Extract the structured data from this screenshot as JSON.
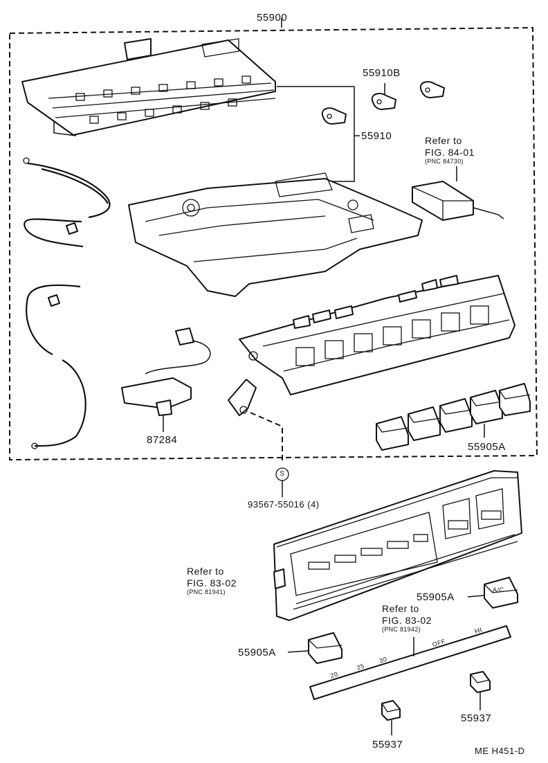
{
  "parts": {
    "assembly": "55900",
    "lamp_b": "55910B",
    "lamp": "55910",
    "sensor_harness": "87284",
    "knob_set_upper": "55905A",
    "screw": "93567-55016 (4)",
    "knob_ac": "55905A",
    "knob_left": "55905A",
    "knob_lower_left": "55937",
    "knob_lower_right": "55937"
  },
  "screw_symbol": "S",
  "refs": {
    "fig_84_01": {
      "refer": "Refer to",
      "fig": "FIG. 84-01",
      "pnc": "(PNC 84730)"
    },
    "fig_83_02_left": {
      "refer": "Refer to",
      "fig": "FIG. 83-02",
      "pnc": "(PNC 81941)"
    },
    "fig_83_02_right": {
      "refer": "Refer to",
      "fig": "FIG. 83-02",
      "pnc": "(PNC 81942)"
    }
  },
  "knob_text": {
    "ac": "A/C"
  },
  "scale_text": {
    "off": "OFF",
    "hi": "HI",
    "t20": "20",
    "t25": "25",
    "t30": "30"
  },
  "diagram_code": "ME H451-D"
}
